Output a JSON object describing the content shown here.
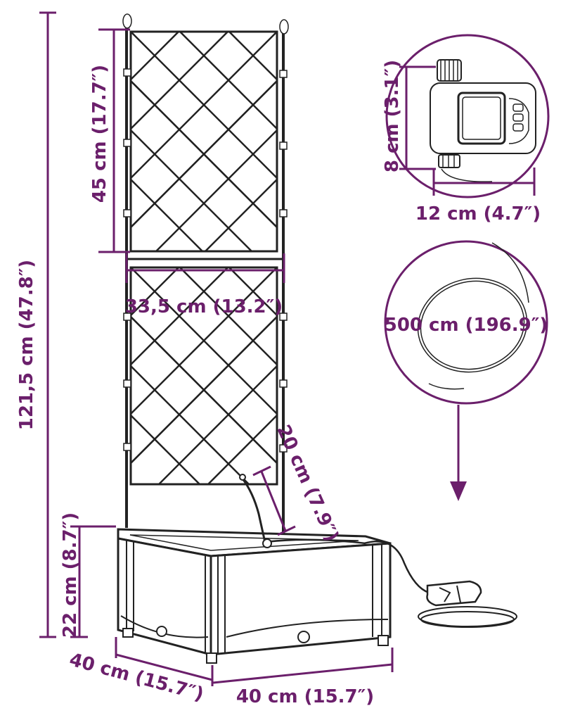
{
  "colors": {
    "accent": "#6b1f6b",
    "line": "#222222",
    "background": "#ffffff"
  },
  "dimensions": {
    "total_height": "121,5 cm (47.8″)",
    "trellis_panel_height": "45 cm (17.7″)",
    "trellis_width": "33,5 cm (13.2″)",
    "spike_length": "20 cm (7.9″)",
    "box_height": "22 cm (8.7″)",
    "box_depth": "40 cm (15.7″)",
    "box_width": "40 cm (15.7″)",
    "timer_height": "8 cm (3.1″)",
    "timer_width": "12 cm (4.7″)",
    "hose_length": "500 cm (196.9″)"
  },
  "icons": {
    "timer": "water-timer-icon",
    "hose": "hose-coil-icon",
    "arrow": "arrow-down-icon"
  }
}
